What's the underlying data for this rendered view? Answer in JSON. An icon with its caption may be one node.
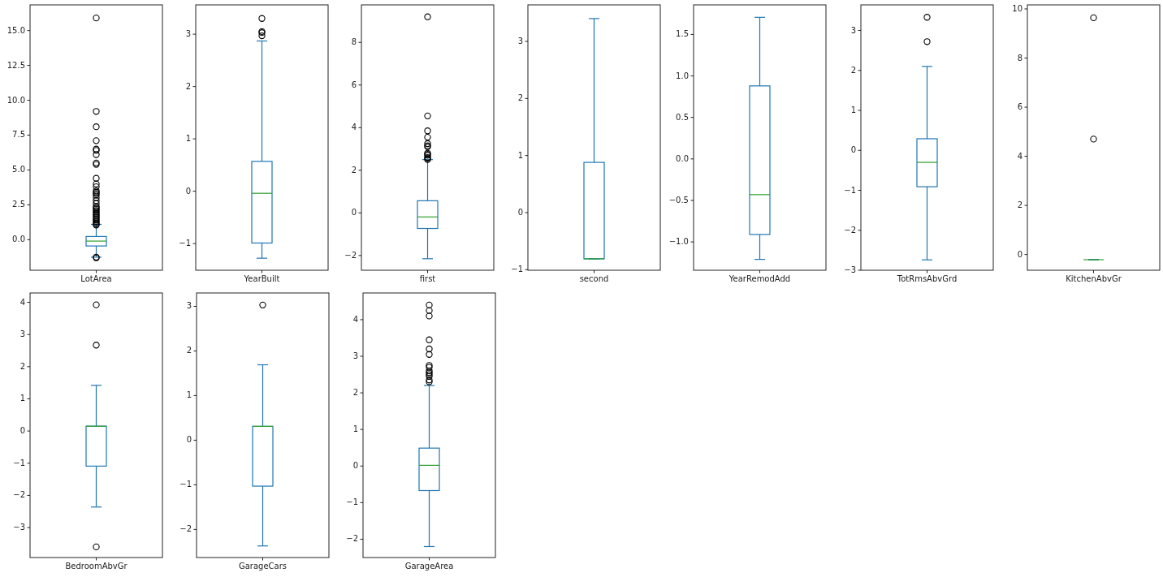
{
  "diagram": {
    "labels": [
      "15.0",
      "12.5",
      "10.0",
      "7.5",
      "5.0",
      "2.5",
      "0.0",
      "LotArea",
      "3",
      "2",
      "1",
      "0",
      "−1",
      "YearBuilt",
      "8",
      "6",
      "4",
      "2",
      "0",
      "−2",
      "first",
      "3",
      "2",
      "1",
      "0",
      "−1",
      "second",
      "1.5",
      "1.0",
      "0.5",
      "0.0",
      "−0.5",
      "−1.0",
      "YearRemodAdd",
      "3",
      "2",
      "1",
      "0",
      "−1",
      "−2",
      "−3",
      "TotRmsAbvGrd",
      "10",
      "8",
      "6",
      "4",
      "2",
      "0",
      "KitchenAbvGr",
      "4",
      "3",
      "2",
      "1",
      "0",
      "−1",
      "−2",
      "−3",
      "BedroomAbvGr",
      "3",
      "2",
      "1",
      "0",
      "−1",
      "−2",
      "GarageCars",
      "4",
      "3",
      "2",
      "1",
      "0",
      "−1",
      "−2",
      "GarageArea"
    ]
  }
}
